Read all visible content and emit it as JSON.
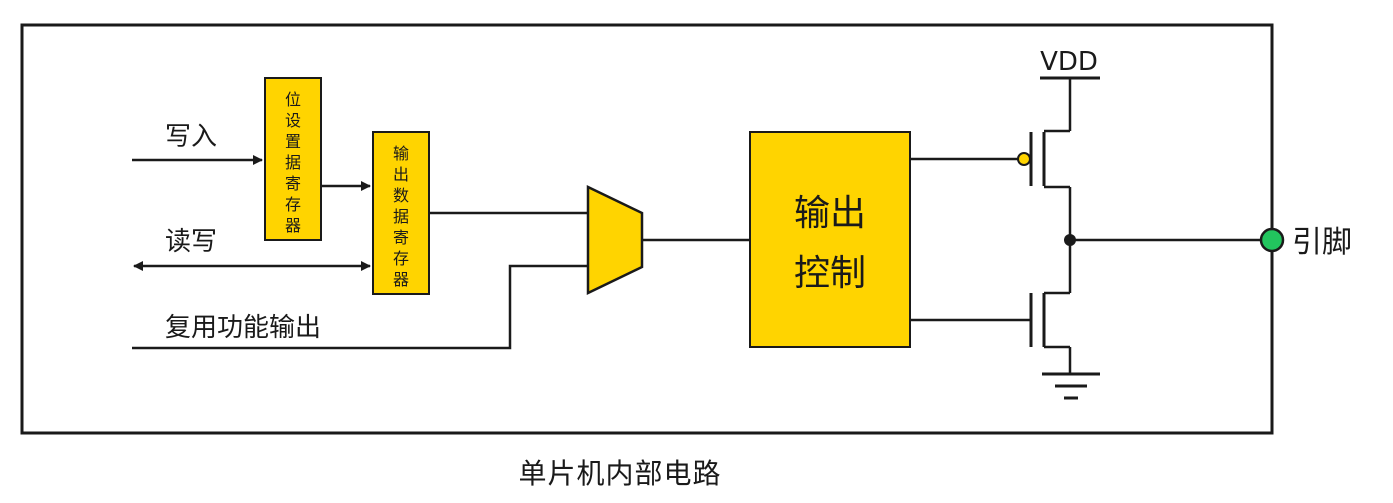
{
  "colors": {
    "block_fill": "#FFD400",
    "line": "#1a1a1a",
    "pin": "#22c55e",
    "pmos_bubble": "#FFD400"
  },
  "labels": {
    "write": "写入",
    "read_write": "读写",
    "alt_func_output": "复用功能输出",
    "vdd": "VDD",
    "pin": "引脚",
    "caption": "单片机内部电路"
  },
  "blocks": {
    "bit_set_register": [
      "位",
      "设",
      "置",
      "据",
      "寄",
      "存",
      "器"
    ],
    "output_data_register": [
      "输",
      "出",
      "数",
      "据",
      "寄",
      "存",
      "器"
    ],
    "output_control": [
      "输出",
      "控制"
    ]
  }
}
